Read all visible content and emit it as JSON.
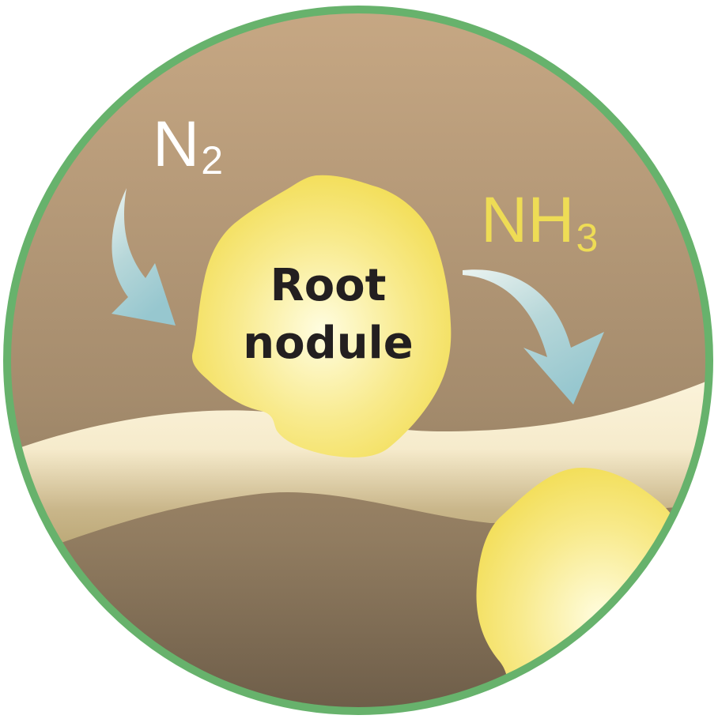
{
  "labels": {
    "n2_main": "N",
    "n2_sub": "2",
    "nh3_main": "NH",
    "nh3_sub": "3",
    "nodule_line1": "Root",
    "nodule_line2": "nodule"
  },
  "colors": {
    "ring": "#67b26c",
    "soil_top": "#c7a884",
    "soil_bottom": "#6c5c48",
    "root_light": "#fbf3da",
    "root_dark": "#b9a674",
    "nodule_center": "#fffde0",
    "nodule_edge": "#f3df5c",
    "arrow": "#9dcbd2",
    "n2_text": "#ffffff",
    "nh3_text": "#eedc55",
    "nodule_text": "#231f20"
  }
}
